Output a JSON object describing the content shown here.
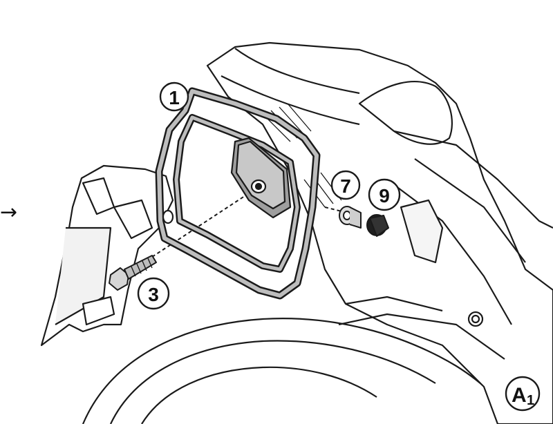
{
  "figure": {
    "callouts": [
      {
        "id": "c1",
        "label": "1"
      },
      {
        "id": "c3",
        "label": "3"
      },
      {
        "id": "c7",
        "label": "7"
      },
      {
        "id": "c9",
        "label": "9"
      }
    ],
    "view_tag": {
      "letter": "A",
      "subscript": "1"
    },
    "direction_arrow": "→"
  },
  "colors": {
    "line": "#1a1a1a",
    "part_fill": "#e9e9e9",
    "rack_fill": "#bdbdbd",
    "background": "#ffffff"
  }
}
